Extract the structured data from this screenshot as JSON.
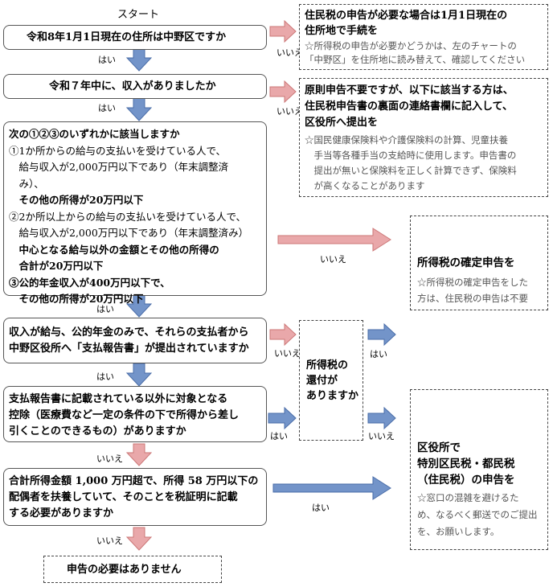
{
  "start_label": "スタート",
  "q1": "令和8年1月1日現在の住所は中野区ですか",
  "q2": "令和７年中に、収入がありましたか",
  "q3": {
    "title": "次の①②③のいずれかに該当しますか",
    "lines": [
      "①1か所からの給与の支払いを受けている人で、",
      "　給与収入が2,000万円以下であり（年末調整済",
      "　み）、",
      "　その他の所得が20万円以下",
      "②2か所以上からの給与の支払いを受けている人で、",
      "　給与収入が2,000万円以下であり（年末調整済み）",
      "　中心となる給与以外の金額とその他の所得の",
      "　合計が20万円以下",
      "③公的年金収入が400万円以下で、",
      "　その他の所得が20万円以下"
    ]
  },
  "q4": [
    "収入が給与、公的年金のみで、それらの支払者から",
    "中野区役所へ「支払報告書」が提出されていますか"
  ],
  "q5": [
    "支払報告書に記載されている以外に対象となる",
    "控除（医療費など一定の条件の下で所得から差し",
    "引くことのできるもの）がありますか"
  ],
  "q6": [
    "合計所得金額 1,000 万円超で、所得 58 万円以下の",
    "配偶者を扶養していて、そのことを税証明に記載",
    "する必要がありますか"
  ],
  "end_none": "申告の必要はありません",
  "r1": {
    "title": [
      "住民税の申告が必要な場合は1月1日現在の",
      "住所地で手続を"
    ],
    "note": [
      "☆所得税の申告が必要かどうかは、左のチャートの",
      "「中野区」を住所地に読み替えて、確認してください"
    ]
  },
  "r2": {
    "title": [
      "原則申告不要ですが、以下に該当する方は、",
      "住民税申告書の裏面の連絡書欄に記入して、",
      "区役所へ提出を"
    ],
    "note": [
      "☆国民健康保険料や介護保険料の計算、児童扶養",
      "　手当等各種手当の支給時に使用します。申告書の",
      "　提出が無いと保険料を正しく計算できず、保険料",
      "　が高くなることがあります"
    ]
  },
  "r3": {
    "title": "所得税の確定申告を",
    "note": [
      "☆所得税の確定申告をした",
      "方は、住民税の申告は不要"
    ]
  },
  "refund": [
    "所得税の",
    "還付が",
    "ありますか"
  ],
  "r4": {
    "title": [
      "区役所で",
      "特別区民税・都民税",
      "（住民税）の申告を"
    ],
    "note": [
      "☆窓口の混雑を避けるた",
      "め、なるべく郵送でのご提出",
      "を、お願いします。"
    ]
  },
  "labels": {
    "yes": "はい",
    "no": "いいえ"
  },
  "colors": {
    "yes_arrow": "#7394c9",
    "no_arrow": "#e9a8aa"
  }
}
